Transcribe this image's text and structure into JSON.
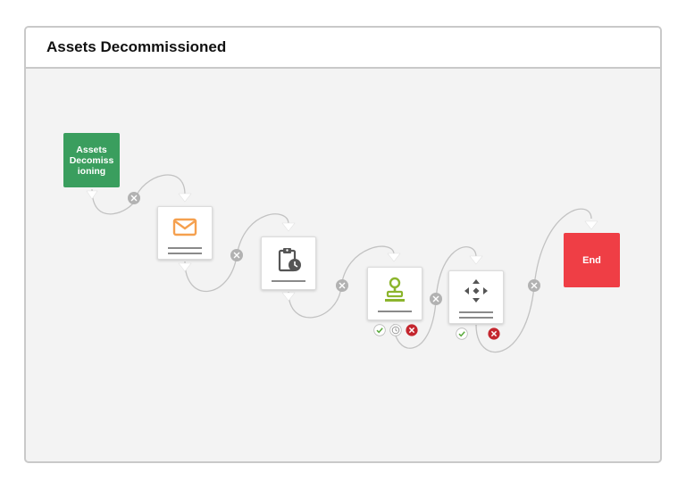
{
  "header": {
    "title": "Assets Decommissioned"
  },
  "workflow": {
    "start_label": "Assets\nDecomiss\nioning",
    "end_label": "End",
    "steps": [
      {
        "icon": "envelope-icon"
      },
      {
        "icon": "clipboard-clock-icon"
      },
      {
        "icon": "approval-stamp-icon",
        "statuses": [
          "approved-check-icon",
          "pending-clock-icon",
          "rejected-x-icon"
        ]
      },
      {
        "icon": "diamond-arrows-icon",
        "statuses": [
          "approved-check-icon",
          "rejected-x-icon"
        ]
      }
    ],
    "connector_icon": "remove-connector-icon"
  },
  "colors": {
    "start": "#3a9e5e",
    "end": "#ef3e45",
    "envelope": "#f5a04e",
    "stamp": "#8cb52d",
    "approve": "#5aaa3c",
    "reject": "#c4262e",
    "connector": "#b5b5b5"
  }
}
